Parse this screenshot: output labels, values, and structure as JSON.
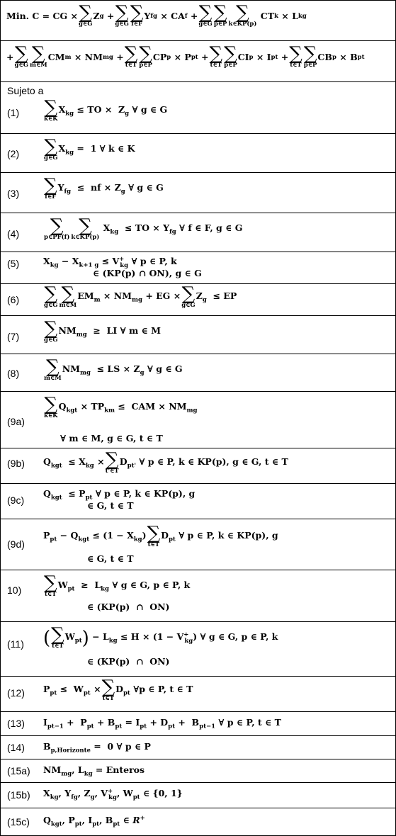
{
  "objective": {
    "line1_prefix": "Min. C  =  CG ×",
    "line1_z": "Z",
    "line1_z_sub": "g",
    "sum_g": "g∈G",
    "sum_f": "f∈F",
    "y_term": "Y",
    "y_sub": "fg",
    "ca_term": "× CA",
    "ca_sub": "f",
    "sum_p": "p∈P",
    "sum_k_kp": "k∈KP(p)",
    "ct_term": "CT",
    "ct_sub": "k",
    "l_term": "× L",
    "l_sub": "kg",
    "sum_m": "m∈M",
    "cm_term": "CM",
    "cm_sub": "m",
    "nm_term": "× NM",
    "nm_sub": "mg",
    "sum_t": "t∈T",
    "cp_term": "CP",
    "cp_sub": "p",
    "p_term": "× P",
    "p_sub": "pt",
    "ci_term": "CI",
    "ci_sub": "p",
    "i_term": "× I",
    "i_sub": "pt",
    "cb_term": "CB",
    "cb_sub": "p",
    "b_term": "× B",
    "b_sub": "pt"
  },
  "subject_to": "Sujeto a",
  "constraints": [
    {
      "label": "(1)"
    },
    {
      "label": "(2)"
    },
    {
      "label": "(3)"
    },
    {
      "label": "(4)"
    },
    {
      "label": "(5)"
    },
    {
      "label": "(6)"
    },
    {
      "label": "(7)"
    },
    {
      "label": "(8)"
    },
    {
      "label": "(9a)"
    },
    {
      "label": "(9b)"
    },
    {
      "label": "(9c)"
    },
    {
      "label": "(9d)"
    },
    {
      "label": "10)"
    },
    {
      "label": "(11)"
    },
    {
      "label": "(12)"
    },
    {
      "label": "(13)"
    },
    {
      "label": "(14)"
    },
    {
      "label": "(15a)"
    },
    {
      "label": "(15b)"
    },
    {
      "label": "(15c)"
    }
  ]
}
